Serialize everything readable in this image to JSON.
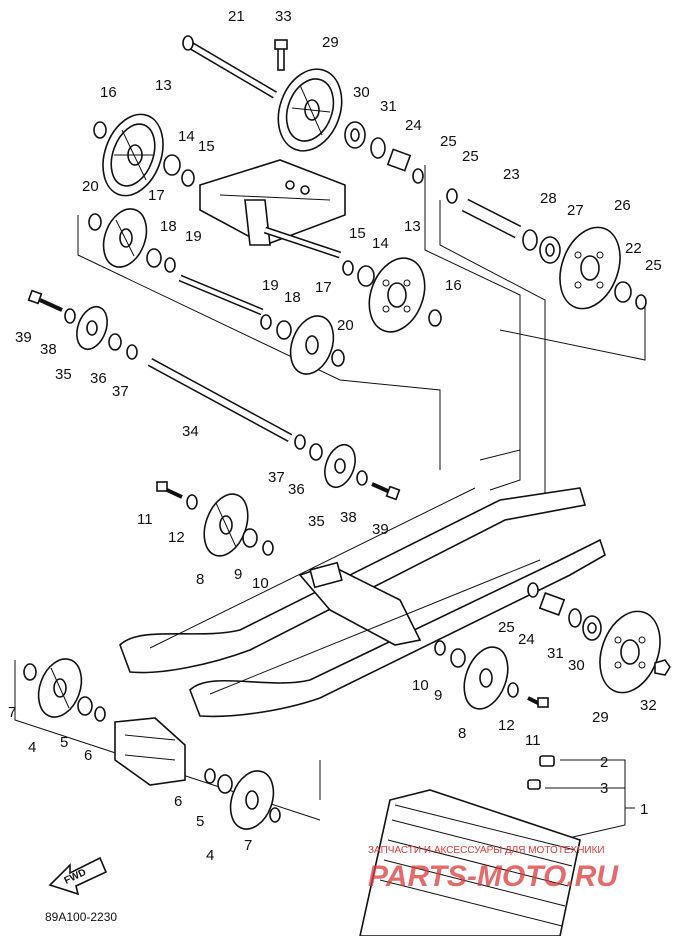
{
  "diagram": {
    "code": "89A100-2230",
    "fwd_label": "FWD",
    "watermark": {
      "line1": "ЗАПЧАСТИ И АКСЕССУАРЫ ДЛЯ МОТОТЕХНИКИ",
      "line2": "PARTS-MOTO.RU",
      "color": "#d93a3a"
    },
    "callouts": {
      "c21": "21",
      "c33": "33",
      "c29a": "29",
      "c30a": "30",
      "c31a": "31",
      "c24a": "24",
      "c25a": "25",
      "c16a": "16",
      "c13a": "13",
      "c14a": "14",
      "c15a": "15",
      "c20a": "20",
      "c17a": "17",
      "c18a": "18",
      "c19a": "19",
      "c25b": "25",
      "c23": "23",
      "c28": "28",
      "c27": "27",
      "c26": "26",
      "c22": "22",
      "c25c": "25",
      "c15b": "15",
      "c14b": "14",
      "c13b": "13",
      "c16b": "16",
      "c19b": "19",
      "c18b": "18",
      "c17b": "17",
      "c20b": "20",
      "c39a": "39",
      "c38a": "38",
      "c35a": "35",
      "c36a": "36",
      "c37a": "37",
      "c34": "34",
      "c37b": "37",
      "c36b": "36",
      "c35b": "35",
      "c38b": "38",
      "c39b": "39",
      "c11a": "11",
      "c12a": "12",
      "c8a": "8",
      "c9a": "9",
      "c10a": "10",
      "c25d": "25",
      "c24b": "24",
      "c31b": "31",
      "c30b": "30",
      "c29b": "29",
      "c32": "32",
      "c10b": "10",
      "c9b": "9",
      "c8b": "8",
      "c12b": "12",
      "c11b": "11",
      "c7a": "7",
      "c4a": "4",
      "c5a": "5",
      "c6a": "6",
      "c6b": "6",
      "c5b": "5",
      "c4b": "4",
      "c7b": "7",
      "c2": "2",
      "c3": "3",
      "c1": "1"
    }
  }
}
